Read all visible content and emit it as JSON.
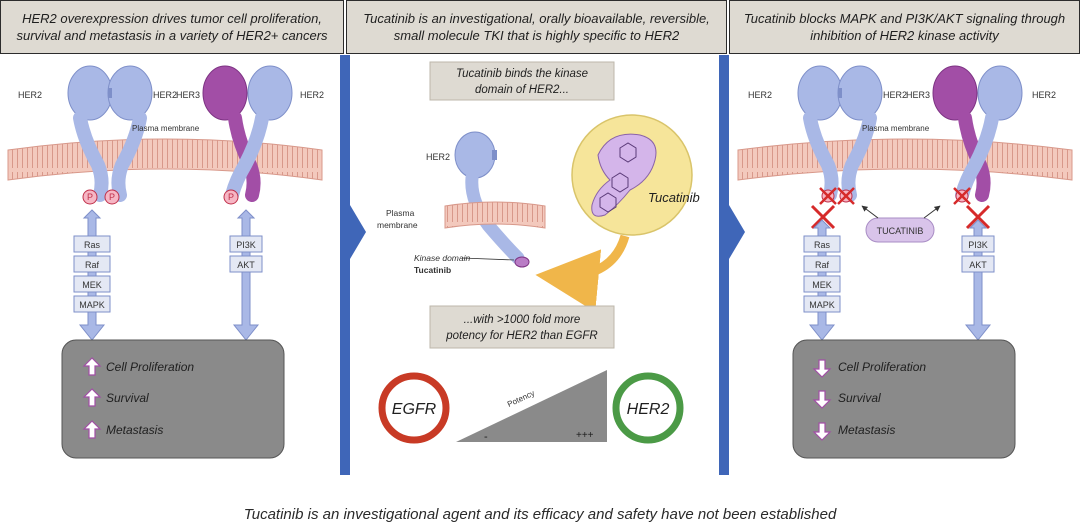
{
  "headers": [
    {
      "line1": "HER2 overexpression drives tumor cell proliferation,",
      "line2": "survival and metastasis in a variety of HER2+ cancers"
    },
    {
      "line1": "Tucatinib is an investigational, orally bioavailable, reversible,",
      "line2": "small molecule TKI that is highly specific to HER2"
    },
    {
      "line1": "Tucatinib blocks MAPK and PI3K/AKT signaling through",
      "line2": "inhibition of HER2 kinase activity"
    }
  ],
  "left_panel": {
    "receptor_labels": [
      "HER2",
      "HER2",
      "HER3",
      "HER2"
    ],
    "membrane_label": "Plasma membrane",
    "phospho_label": "P",
    "mapk_pathway": [
      "Ras",
      "Raf",
      "MEK",
      "MAPK"
    ],
    "pi3k_pathway": [
      "PI3K",
      "AKT"
    ],
    "outcomes": [
      "Cell Proliferation",
      "Survival",
      "Metastasis"
    ]
  },
  "middle_panel": {
    "callout_top_line1": "Tucatinib binds the kinase",
    "callout_top_line2": "domain of HER2...",
    "her2_label": "HER2",
    "membrane_line1": "Plasma",
    "membrane_line2": "membrane",
    "kinase_label": "Kinase domain",
    "tucatinib_small": "Tucatinib",
    "tucatinib_big": "Tucatinib",
    "callout_bottom_line1": "...with >1000 fold more",
    "callout_bottom_line2": "potency for HER2 than EGFR",
    "egfr_label": "EGFR",
    "her2_ring_label": "HER2",
    "potency_label": "Potency",
    "potency_low": "-",
    "potency_high": "+++"
  },
  "right_panel": {
    "receptor_labels": [
      "HER2",
      "HER2",
      "HER3",
      "HER2"
    ],
    "membrane_label": "Plasma membrane",
    "tucatinib_pill": "TUCATINIB",
    "mapk_pathway": [
      "Ras",
      "Raf",
      "MEK",
      "MAPK"
    ],
    "pi3k_pathway": [
      "PI3K",
      "AKT"
    ],
    "outcomes": [
      "Cell Proliferation",
      "Survival",
      "Metastasis"
    ]
  },
  "footer": "Tucatinib is an investigational agent and its efficacy and safety have not been established",
  "colors": {
    "receptor_blue": "#a9b8e6",
    "her3_purple": "#a24ea6",
    "membrane": "#f3c9bd",
    "divider_blue": "#3f66b8",
    "callout_fill": "#dedad2",
    "outcome_box": "#8a8a8a",
    "egfr_ring": "#c83a25",
    "her2_ring": "#4b9a46",
    "block_red": "#d62a2a",
    "tucatinib_circle": "#f6e59a",
    "tucatinib_pill": "#d9c4ea"
  }
}
